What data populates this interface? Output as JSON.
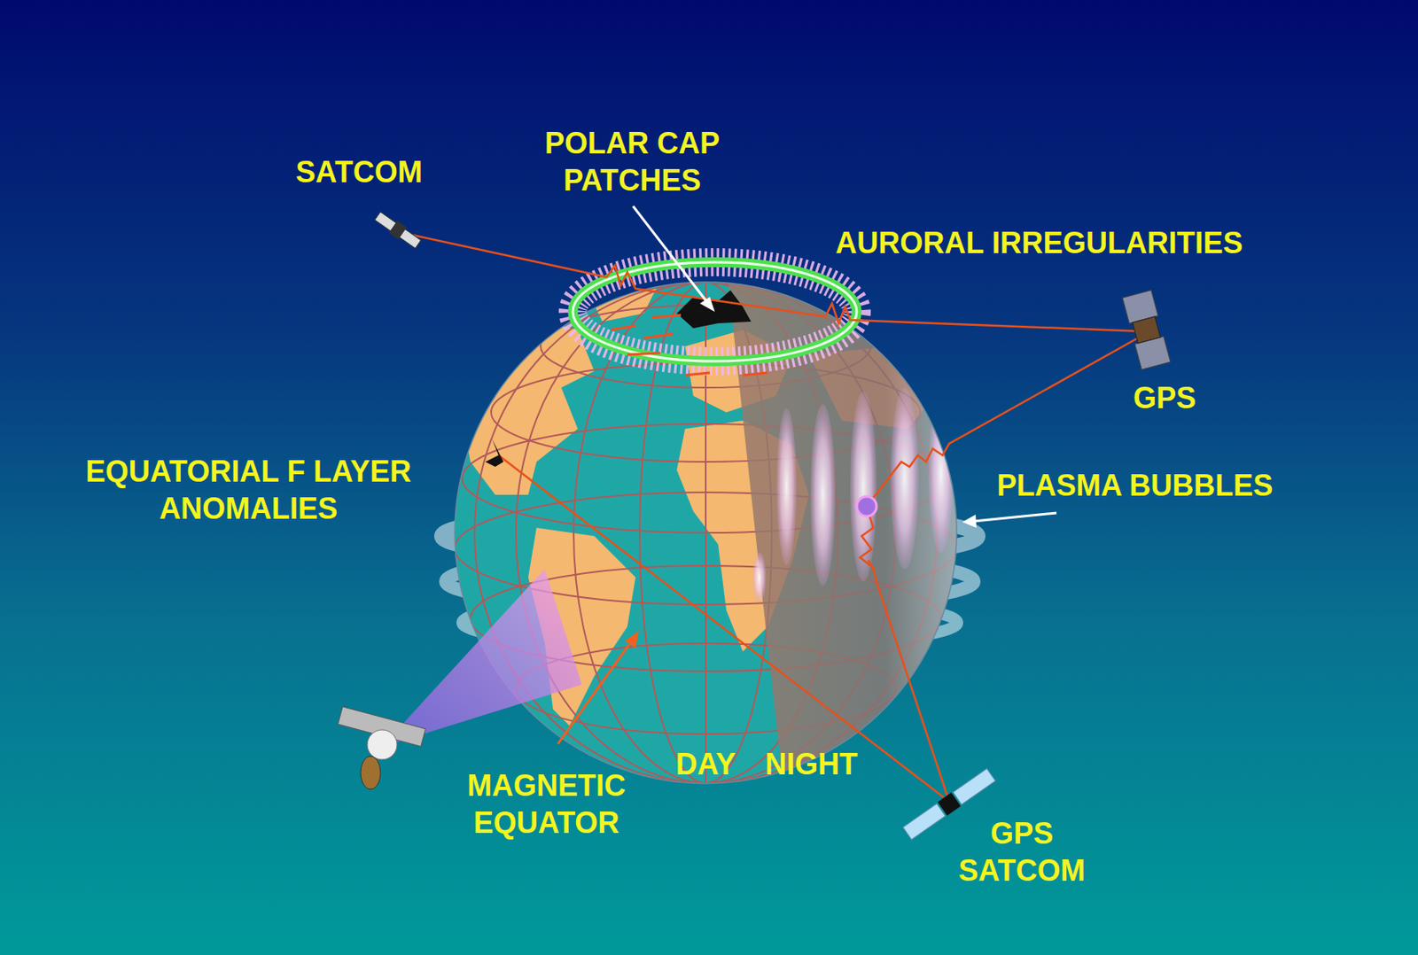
{
  "diagram": {
    "labels": [
      "SATCOM",
      "POLAR CAP PATCHES",
      "AURORAL IRREGULARITIES",
      "GPS",
      "EQUATORIAL F LAYER ANOMALIES",
      "PLASMA BUBBLES",
      "DAY",
      "NIGHT",
      "MAGNETIC EQUATOR",
      "GPS SATCOM"
    ]
  }
}
